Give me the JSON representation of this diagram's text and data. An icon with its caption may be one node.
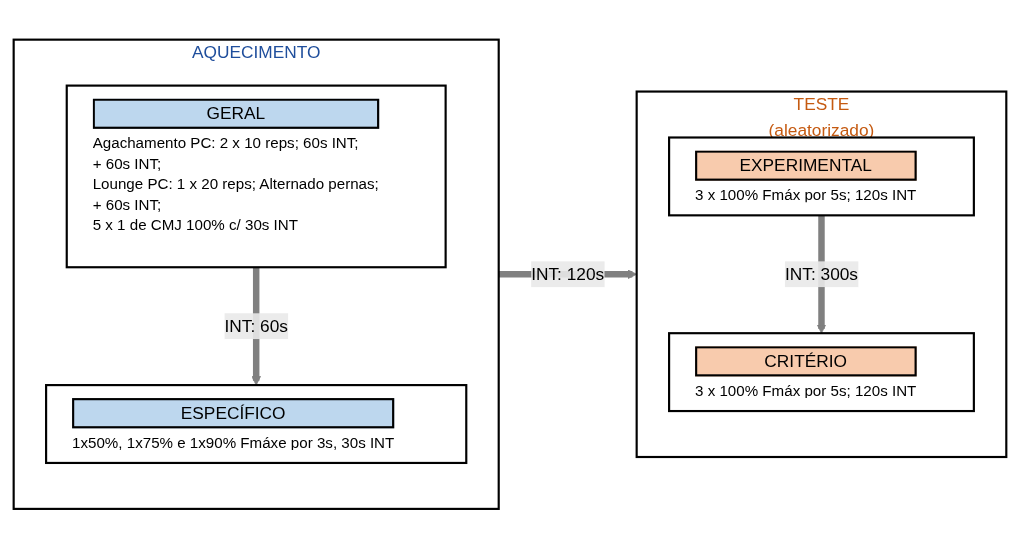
{
  "diagram": {
    "nodes": [
      {
        "text": [
          "AQUECIMENTO"
        ]
      },
      {
        "text": [
          "GERAL",
          "Agachamento PC: 2 x 10 reps; 60s INT;",
          "+ 60s INT;",
          "Lounge PC: 1 x 20 reps; Alternado pernas;",
          "+ 60s INT;",
          "5 x 1 de CMJ 100% c/ 30s INT"
        ],
        "in": 0
      },
      {
        "text": [
          "ESPECÍFICO",
          "1x50%, 1x75% e 1x90% Fmáxe por 3s, 30s INT"
        ],
        "in": 0
      },
      {
        "text": [
          "TESTE",
          "(aleatorizado)"
        ]
      },
      {
        "text": [
          "EXPERIMENTAL",
          "3 x 100% Fmáx por 5s; 120s INT"
        ],
        "in": 3
      },
      {
        "text": [
          "CRITÉRIO",
          "3 x 100% Fmáx por 5s; 120s INT"
        ],
        "in": 3
      }
    ],
    "edges": [
      {
        "from": 1,
        "to": 2,
        "arrow": "to",
        "label": "INT: 60s"
      },
      {
        "from": 0,
        "to": 3,
        "arrow": "to",
        "label": "INT: 120s"
      },
      {
        "from": 4,
        "to": 5,
        "arrow": "to",
        "label": "INT: 300s"
      }
    ]
  }
}
